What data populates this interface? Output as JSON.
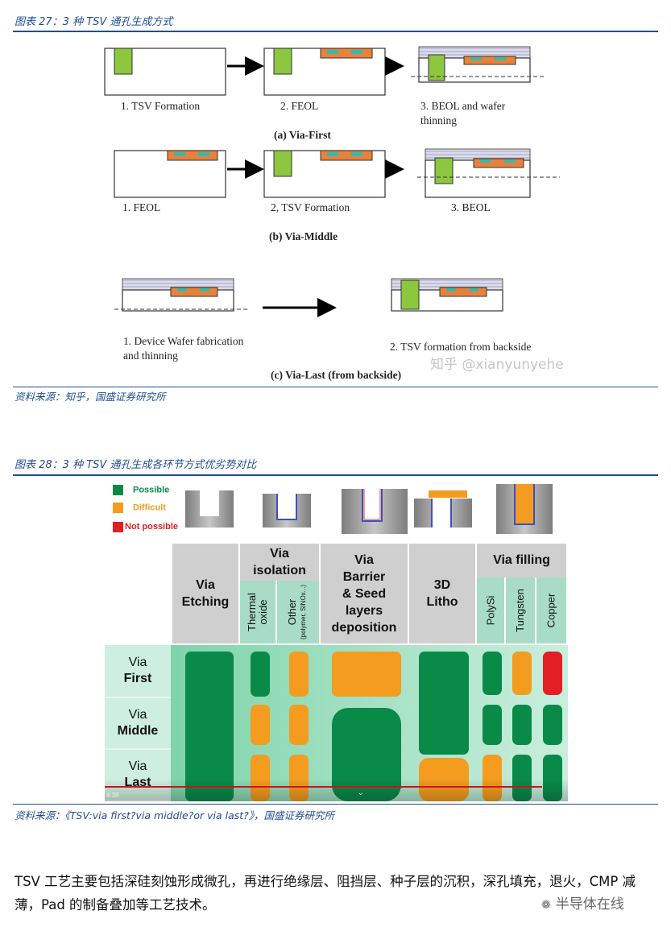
{
  "fig27": {
    "caption": "图表 27：3 种 TSV 通孔生成方式",
    "via_first": {
      "steps": [
        "1. TSV Formation",
        "2.  FEOL",
        "3. BEOL and wafer\n      thinning"
      ],
      "title": "(a)  Via-First"
    },
    "via_middle": {
      "steps": [
        "1. FEOL",
        "2, TSV Formation",
        "3. BEOL"
      ],
      "title": "(b) Via-Middle"
    },
    "via_last": {
      "steps": [
        "1. Device Wafer fabrication\nand thinning",
        "2. TSV formation from backside"
      ],
      "title": "(c) Via-Last (from backside)"
    },
    "watermark": "知乎 @xianyunyehe",
    "source": "资料来源：知乎，国盛证券研究所"
  },
  "fig28": {
    "caption": "图表 28：3 种 TSV 通孔生成各环节方式优劣势对比",
    "legend": [
      {
        "label": "Possible",
        "color": "#0a8a49"
      },
      {
        "label": "Difficult",
        "color": "#f39c1f"
      },
      {
        "label": "Not possible",
        "color": "#e31e24"
      }
    ],
    "headers": {
      "etching": "Via\nEtching",
      "isolation": "Via\nisolation",
      "barrier": "Via\nBarrier\n& Seed\nlayers\ndeposition",
      "litho": "3D\nLitho",
      "filling": "Via filling"
    },
    "subheaders": {
      "thermal": "Thermal\noxide",
      "other": "Other",
      "other_small": "(polymer, SINOx...)",
      "polysi": "PolySi",
      "tungsten": "Tungsten",
      "copper": "Copper"
    },
    "rows": [
      {
        "line1": "Via",
        "line2": "First"
      },
      {
        "line1": "Via",
        "line2": "Middle"
      },
      {
        "line1": "Via",
        "line2": "Last"
      }
    ],
    "video_time": "8:38",
    "source": "资料来源：《TSV:via first?via middle?or via last?》，国盛证券研究所"
  },
  "body": {
    "text": "TSV 工艺主要包括深硅刻蚀形成微孔，再进行绝缘层、阻挡层、种子层的沉积，深孔填充，退火，CMP 减薄，Pad 的制备叠加等工艺技术。",
    "brand": "半导体在线"
  }
}
